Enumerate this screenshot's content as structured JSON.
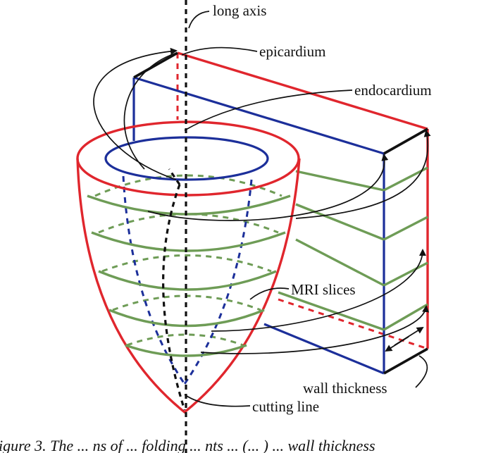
{
  "labels": {
    "long_axis": "long axis",
    "epicardium": "epicardium",
    "endocardium": "endocardium",
    "mri_slices": "MRI slices",
    "wall_thickness": "wall thickness",
    "cutting_line": "cutting line"
  },
  "caption_fragment": "igure 3. The ... ns of ... folding ... nts ... (... ) ... wall thickness",
  "colors": {
    "epicardium": "#e0262d",
    "endocardium": "#1c2f9a",
    "slices": "#6e9c56",
    "annotation": "#111111"
  }
}
